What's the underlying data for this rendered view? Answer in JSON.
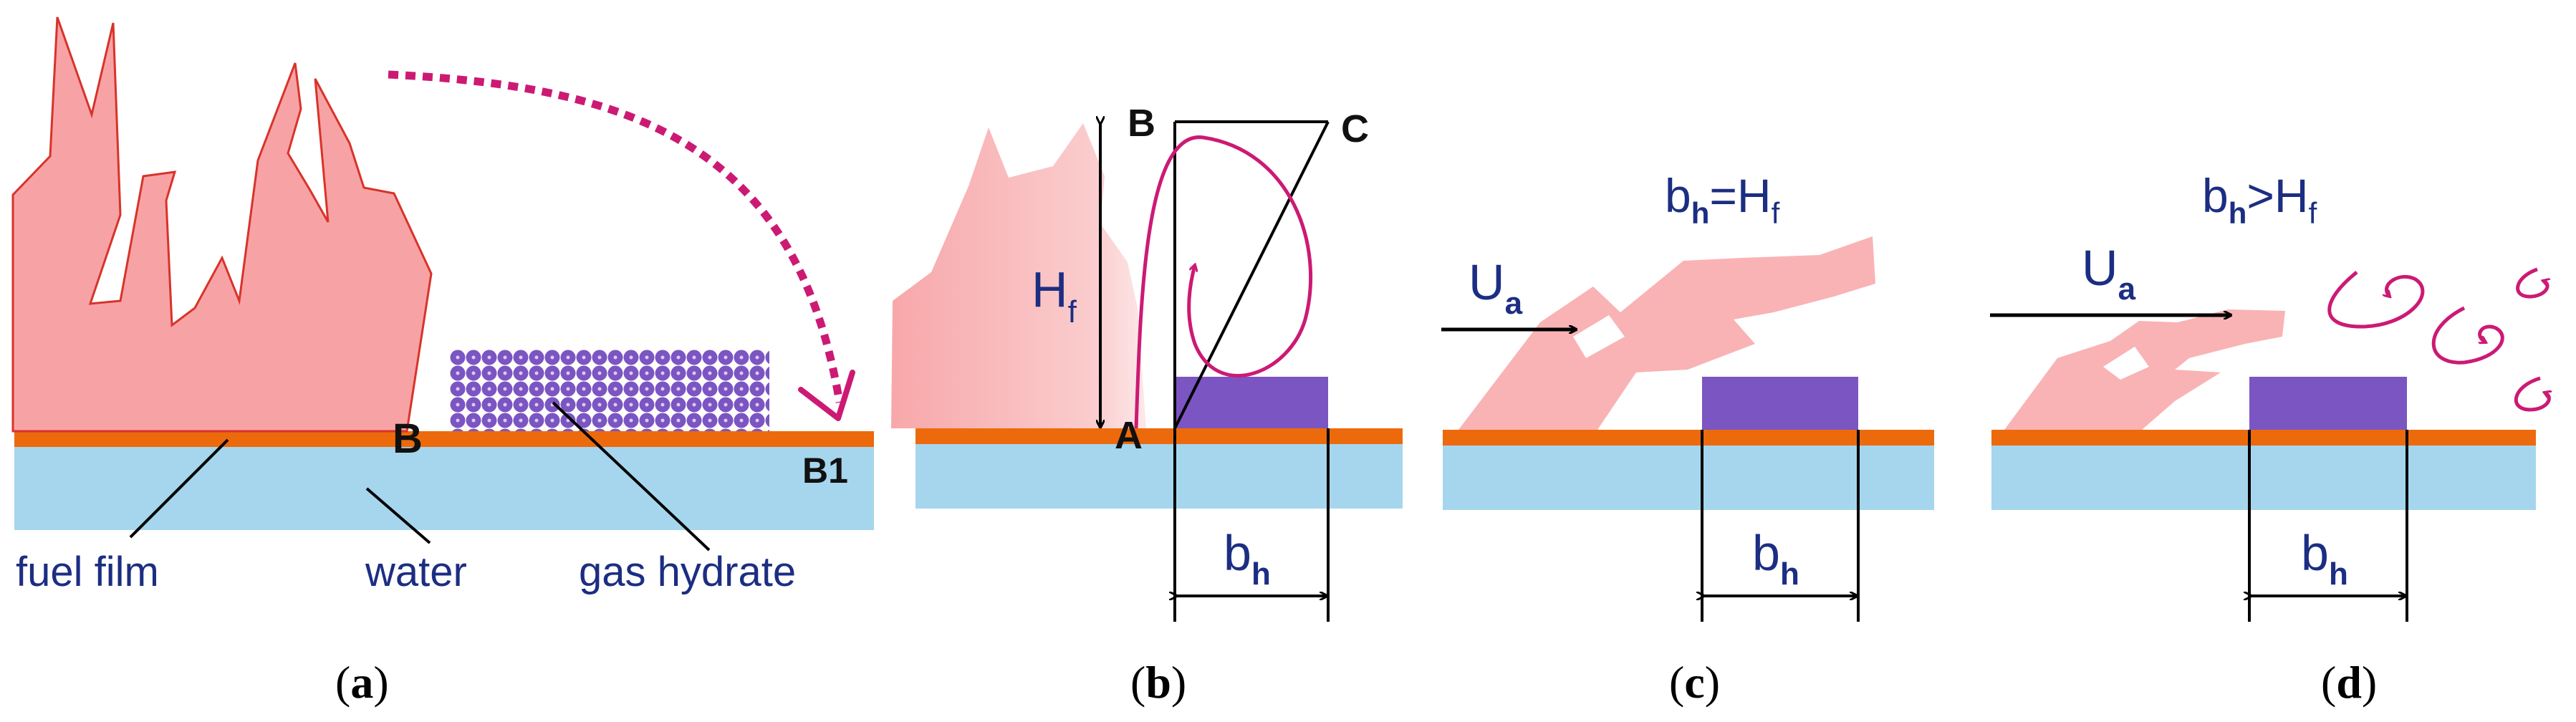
{
  "colors": {
    "flame_fill": "#f7a3a5",
    "flame_outline": "#d8332a",
    "fuel_film": "#ed6a0c",
    "water": "#a5d6ee",
    "gas_hydrate": "#7b55c2",
    "vortex": "#cc1a74",
    "label_text": "#1c2e82",
    "line": "#000000"
  },
  "panels": [
    {
      "caption": {
        "open": "(",
        "letter": "a",
        "close": ")"
      },
      "labels": {
        "point_b": "B",
        "point_b1": "B1",
        "fuel_film": "fuel film",
        "water": "water",
        "gas_hydrate": "gas hydrate"
      }
    },
    {
      "caption": {
        "open": "(",
        "letter": "b",
        "close": ")"
      },
      "labels": {
        "point_a": "A",
        "point_b": "B",
        "point_c": "C",
        "height_main": "H",
        "height_sub": "f",
        "width_main": "b",
        "width_sub": "h"
      }
    },
    {
      "caption": {
        "open": "(",
        "letter": "c",
        "close": ")"
      },
      "labels": {
        "condition_b": "b",
        "condition_b_sub": "h",
        "condition_op": "=H",
        "condition_h_sub": "f",
        "velocity_main": "U",
        "velocity_sub": "a",
        "width_main": "b",
        "width_sub": "h"
      }
    },
    {
      "caption": {
        "open": "(",
        "letter": "d",
        "close": ")"
      },
      "labels": {
        "condition_b": "b",
        "condition_b_sub": "h",
        "condition_op": ">H",
        "condition_h_sub": "f",
        "velocity_main": "U",
        "velocity_sub": "a",
        "width_main": "b",
        "width_sub": "h"
      }
    }
  ]
}
